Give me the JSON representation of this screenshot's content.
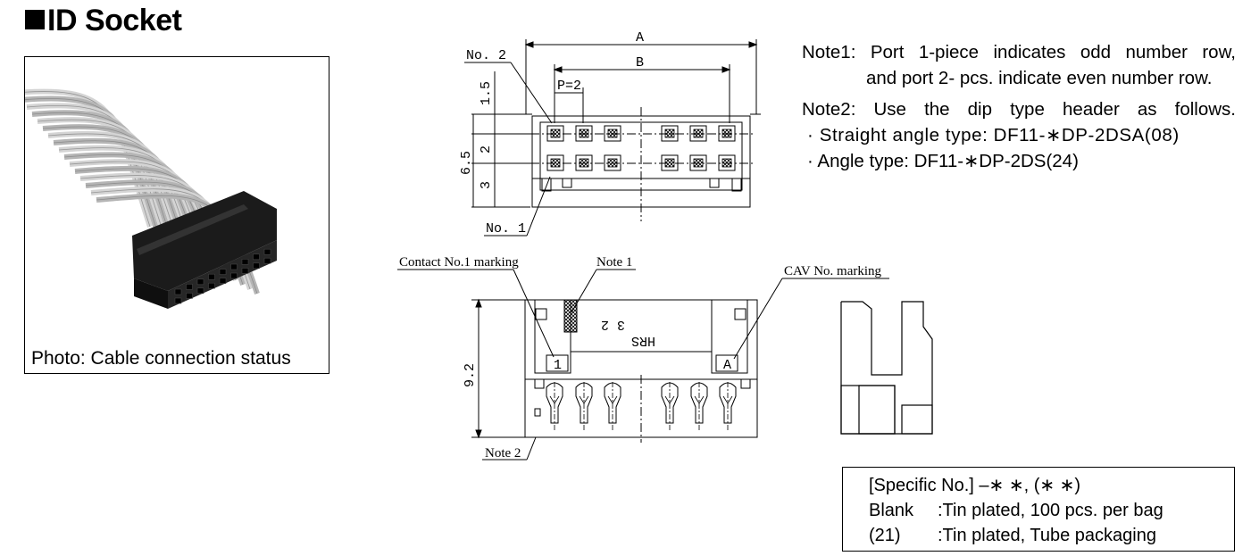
{
  "title": "ID Socket",
  "photo": {
    "caption": "Photo: Cable connection status"
  },
  "notes": {
    "note1_line1_parts": [
      "Note1:",
      "Port",
      "1-piece",
      "indicates",
      "odd",
      "number",
      "row,"
    ],
    "note1_line2": "and port 2- pcs. indicate even number row.",
    "note2_line1_parts": [
      "Note2:",
      "Use",
      "the",
      "dip",
      "type",
      "header",
      "as",
      "follows."
    ],
    "note2_line2": "· Straight angle type: DF11-∗DP-2DSA(08)",
    "note2_line3": "· Angle type: DF11-∗DP-2DS(24)"
  },
  "drawing": {
    "dim_a": "A",
    "dim_b": "B",
    "pitch": "P=2",
    "no2": "No. 2",
    "no1": "No. 1",
    "dim_1_5": "1.5",
    "dim_6_5": "6.5",
    "dim_2": "2",
    "dim_3": "3",
    "dim_9_2": "9.2",
    "contact_marking": "Contact No.1 marking",
    "note1_ref": "Note 1",
    "cav_marking": "CAV No. marking",
    "note2_ref": "Note 2",
    "mark_1": "1",
    "mark_a": "A",
    "mark_32": "3 2",
    "mark_hrs": "HRS"
  },
  "spec": {
    "header": "[Specific No.]  –∗ ∗, (∗ ∗)",
    "rows": [
      {
        "key": "Blank",
        "value": ":Tin plated, 100  pcs. per bag"
      },
      {
        "key": "(21)",
        "value": ":Tin plated, Tube packaging"
      }
    ]
  }
}
